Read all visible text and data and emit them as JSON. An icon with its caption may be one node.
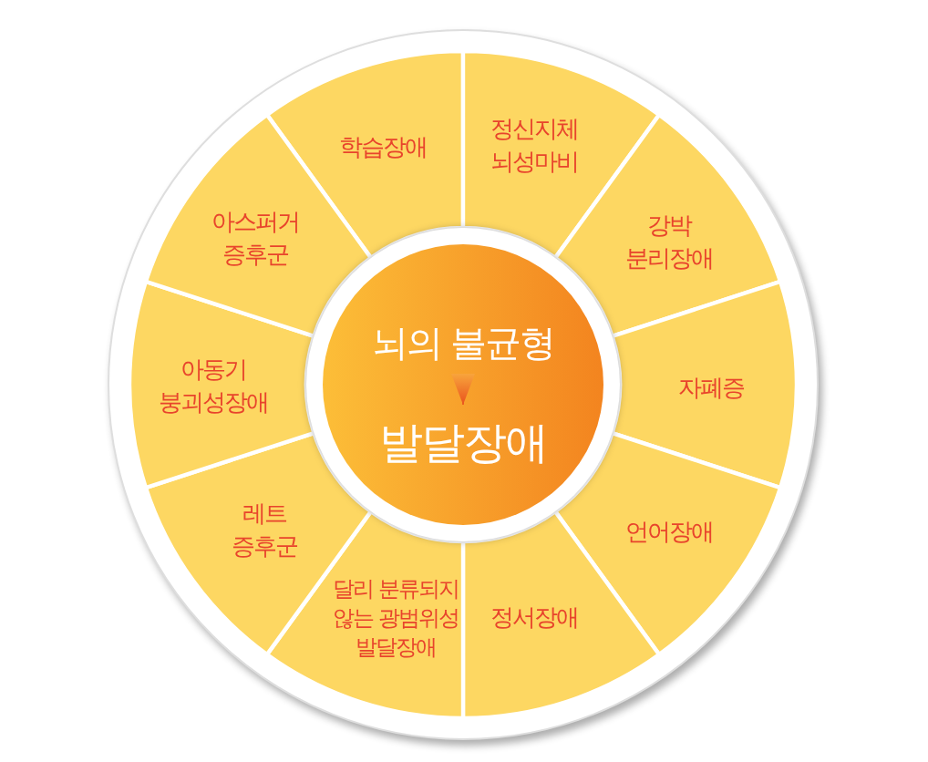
{
  "diagram": {
    "nodes": [
      {
        "text": [],
        "shape": "circle"
      },
      {
        "text": [
          "뇌의 불균형"
        ],
        "in": 0
      },
      {
        "text": [
          "발달장애"
        ],
        "in": 0
      },
      {
        "text": [
          "학습장애"
        ]
      },
      {
        "text": [
          "정신지체 뇌성마비"
        ]
      },
      {
        "text": [
          "강박 분리장애"
        ]
      },
      {
        "text": [
          "자폐증"
        ]
      },
      {
        "text": [
          "언어장애"
        ]
      },
      {
        "text": [
          "정서장애"
        ]
      },
      {
        "text": [
          "달리 분류되지 않는 광범위성 발달장애"
        ]
      },
      {
        "text": [
          "레트 증후군"
        ]
      },
      {
        "text": [
          "아동기 붕괴성장애"
        ]
      },
      {
        "text": [
          "아스퍼거 증후군"
        ]
      }
    ],
    "edges": [
      {
        "from": 1,
        "to": 2,
        "arrow": "to"
      }
    ]
  }
}
